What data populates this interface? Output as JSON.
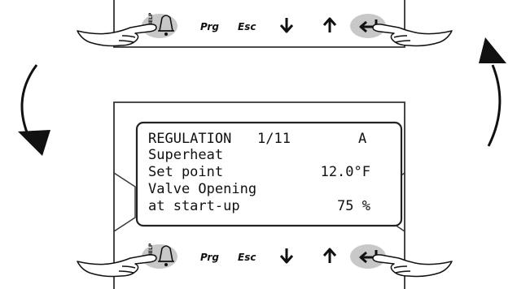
{
  "top_keypad": {
    "help_label": "HELP",
    "prg_label": "Prg",
    "esc_label": "Esc"
  },
  "lcd": {
    "title": "REGULATION",
    "page": "1/11",
    "mode": "A",
    "line2": "Superheat",
    "line3_label": "Set point",
    "line3_value": "12.0°F",
    "line4": "Valve Opening",
    "line5_label": "at start-up",
    "line5_value": "75 %"
  },
  "bottom_keypad": {
    "help_label": "HELP",
    "prg_label": "Prg",
    "esc_label": "Esc"
  },
  "colors": {
    "line": "#222222",
    "key_bg": "#c8c8c8",
    "frame": "#333333",
    "lcd_border": "#222222"
  },
  "icons": [
    "bell-icon",
    "down-arrow-icon",
    "up-arrow-icon",
    "enter-arrow-icon",
    "pointing-hand-icon",
    "clockwise-arrow-icon"
  ]
}
